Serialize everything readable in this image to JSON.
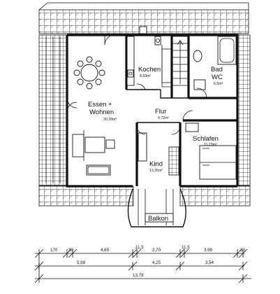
{
  "rooms": [
    {
      "name": "Essen +",
      "name2": "Wohnen",
      "area": "30,39m²"
    },
    {
      "name": "Kochen",
      "area": "8,93m²"
    },
    {
      "name": "Bad",
      "name2": "WC",
      "area": "6,5m²"
    },
    {
      "name": "Flur",
      "area": "9,72m²"
    },
    {
      "name": "Schlafen",
      "area": "11,23m²"
    },
    {
      "name": "Kind",
      "area": "13,35m²"
    },
    {
      "name": "Balkon",
      "area": ""
    }
  ],
  "dimensions": {
    "top_row": [
      "170",
      "30",
      "4,65",
      "11,5",
      "2,70",
      "11,5",
      "3,90",
      "30"
    ],
    "middle_row": [
      "5,99",
      "4,25",
      "3,54"
    ],
    "total": "13,78"
  }
}
